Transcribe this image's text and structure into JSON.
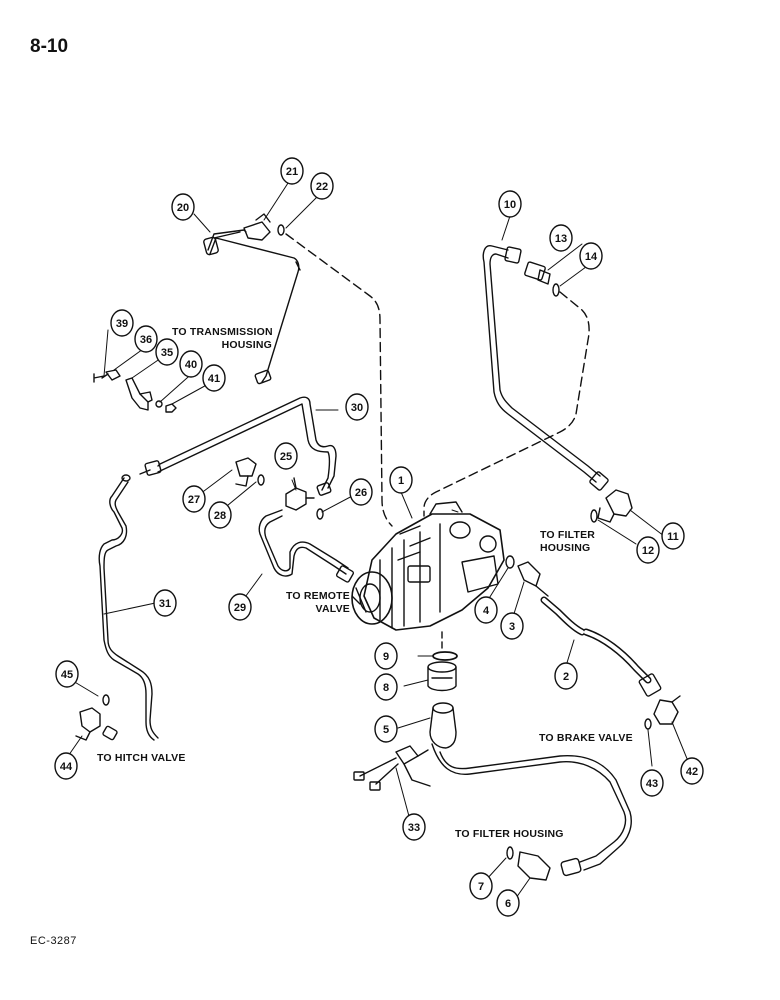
{
  "page": {
    "number": "8-10",
    "figure_code": "EC-3287"
  },
  "destinations": {
    "transmission_line1": "TO TRANSMISSION",
    "transmission_line2": "HOUSING",
    "filter_line1": "TO FILTER",
    "filter_line2": "HOUSING",
    "remote_line1": "TO REMOTE",
    "remote_line2": "VALVE",
    "hitch": "TO HITCH VALVE",
    "brake": "TO BRAKE VALVE",
    "filter_housing": "TO FILTER HOUSING"
  },
  "callouts": [
    "1",
    "2",
    "3",
    "4",
    "5",
    "6",
    "7",
    "8",
    "9",
    "10",
    "11",
    "12",
    "13",
    "14",
    "20",
    "21",
    "22",
    "25",
    "26",
    "27",
    "28",
    "29",
    "30",
    "31",
    "33",
    "35",
    "36",
    "39",
    "40",
    "41",
    "42",
    "43",
    "44",
    "45"
  ]
}
